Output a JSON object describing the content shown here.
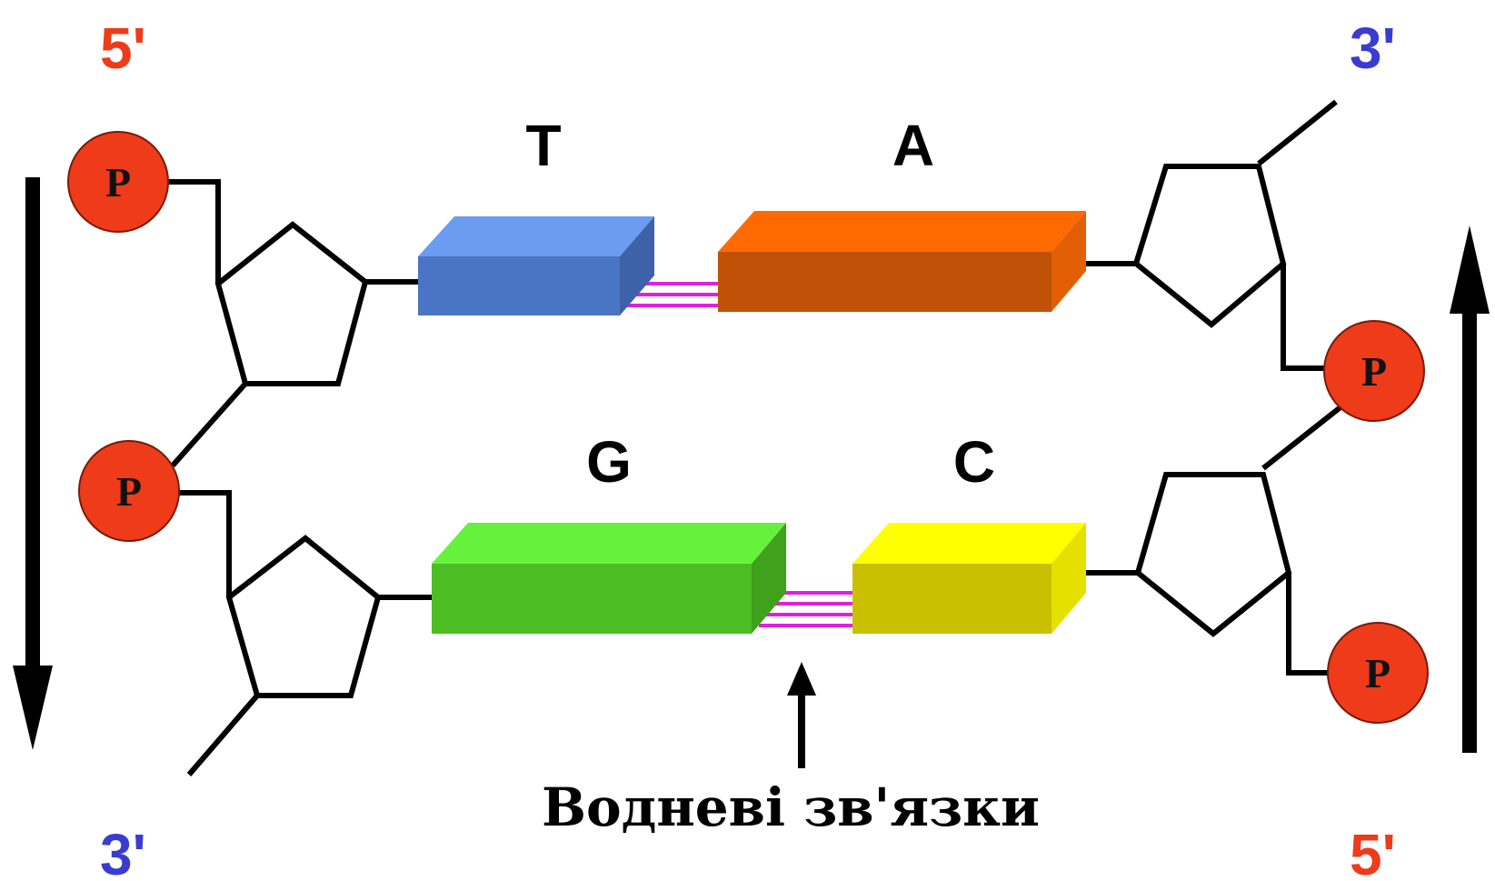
{
  "labels": {
    "left_top": "5'",
    "left_bottom": "3'",
    "right_top": "3'",
    "right_bottom": "5'"
  },
  "phosphate": "P",
  "bases": {
    "top_left": {
      "letter": "T",
      "front": "#4a74c4",
      "top": "#6b9cf2",
      "side": "#3d62a8"
    },
    "top_right": {
      "letter": "A",
      "front": "#c05208",
      "top": "#ff6a00",
      "side": "#e35f05"
    },
    "bottom_left": {
      "letter": "G",
      "front": "#4cbe24",
      "top": "#66f23c",
      "side": "#3fa11c"
    },
    "bottom_right": {
      "letter": "C",
      "front": "#c8c000",
      "top": "#ffff00",
      "side": "#e6e000"
    }
  },
  "caption": "Водневі зв'язки",
  "colors": {
    "phosphate_fill": "#ee3b1a",
    "hydrogen_bond": "#e020e0",
    "label_red": "#ee3b1a",
    "label_blue": "#3a3ccf"
  }
}
